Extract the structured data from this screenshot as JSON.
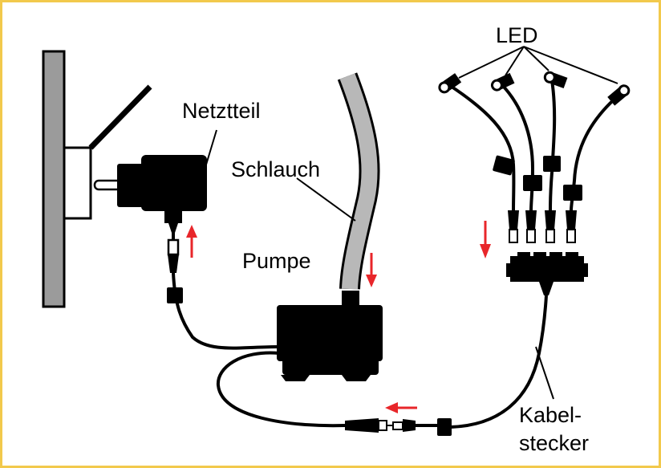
{
  "colors": {
    "frame": "#f2c94c",
    "arrow": "#e8262a",
    "wall": "#9b9b9b",
    "hose": "#b8b8b8",
    "device": "#000000"
  },
  "labels": {
    "led": "LED",
    "netzteil": "Netztteil",
    "schlauch": "Schlauch",
    "pumpe": "Pumpe",
    "kabel_line1": "Kabel-",
    "kabel_line2": "stecker"
  },
  "icons": {
    "wall": "wall-socket",
    "power_supply": "plug-adapter-icon",
    "pump": "pump-icon",
    "leds": "led-light-icon",
    "arrows": "arrow-icon"
  }
}
